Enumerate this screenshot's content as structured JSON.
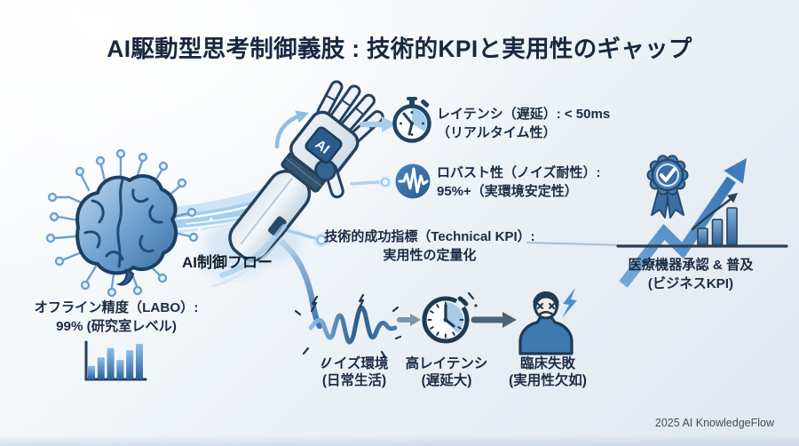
{
  "title": "AI駆動型思考制御義肢 : 技術的KPIと実用性のギャップ",
  "footer": "2025 AI KnowledgeFlow",
  "colors": {
    "navy": "#1d3a57",
    "accent_blue": "#3d7ab8",
    "light_blue": "#a9cce8",
    "bg": "#e8eef4"
  },
  "brain": {
    "icon": "brain-circuit-icon",
    "caption_line1": "オフライン精度（LABO）:",
    "caption_line2": "99% (研究室レベル)"
  },
  "flow": {
    "label": "AI制御フロー",
    "chip_label": "AI",
    "icon": "prosthetic-arm-icon"
  },
  "kpi": {
    "latency": {
      "icon": "stopwatch-icon",
      "line1": "レイテンシ（遅延）: < 50ms",
      "line2": "（リアルタイム性）"
    },
    "robustness": {
      "icon": "waveform-icon",
      "line1": "ロバスト性（ノイズ耐性）:",
      "line2": "95%+（実環境安定性）"
    },
    "technical": {
      "line1": "技術的成功指標（Technical KPI）:",
      "line2": "実用性の定量化"
    }
  },
  "business": {
    "icon": "certified-medal-icon",
    "line1": "医療機器承認 & 普及",
    "line2": "(ビジネスKPI)"
  },
  "failure": {
    "noise": {
      "icon": "noise-wave-icon",
      "line1": "ノイズ環境",
      "line2": "(日常生活)"
    },
    "high_latency": {
      "icon": "broken-clock-icon",
      "line1": "高レイテンシ",
      "line2": "(遅延大)"
    },
    "clinical": {
      "icon": "angry-user-icon",
      "line1": "臨床失敗",
      "line2": "(実用性欠如)"
    }
  },
  "chart_data": [
    {
      "type": "bar",
      "values": [
        38,
        62,
        88,
        55,
        82,
        100
      ]
    },
    {
      "type": "bar",
      "values": [
        45,
        69,
        100
      ]
    }
  ]
}
